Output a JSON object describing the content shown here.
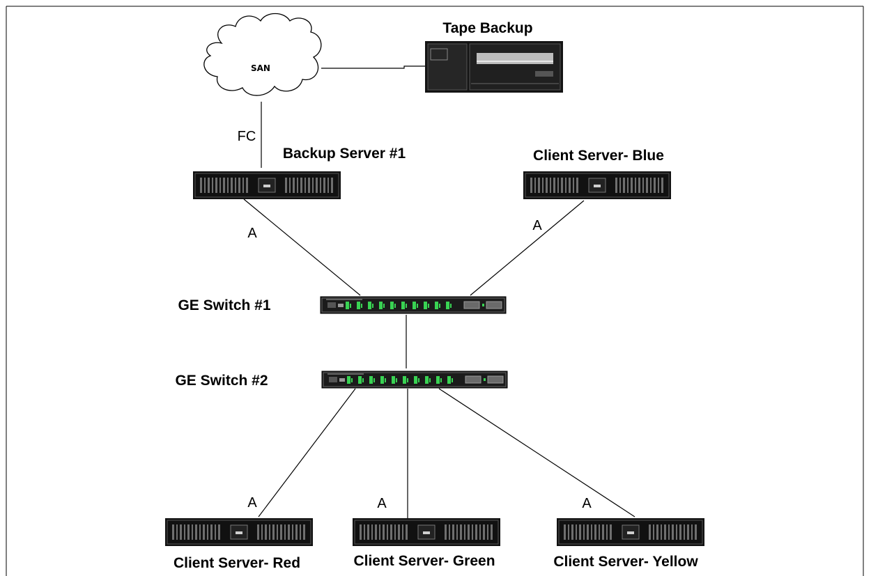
{
  "nodes": {
    "san": {
      "label": "SAN"
    },
    "tape": {
      "label": "Tape Backup"
    },
    "backup_server": {
      "label": "Backup Server #1"
    },
    "client_blue": {
      "label": "Client Server- Blue"
    },
    "switch1": {
      "label": "GE Switch #1"
    },
    "switch2": {
      "label": "GE Switch #2"
    },
    "client_red": {
      "label": "Client Server- Red"
    },
    "client_green": {
      "label": "Client Server- Green"
    },
    "client_yellow": {
      "label": "Client Server- Yellow"
    }
  },
  "links": {
    "san_to_backup": "FC",
    "backup_to_switch1": "A",
    "blue_to_switch1": "A",
    "switch2_to_red": "A",
    "switch2_to_green": "A",
    "switch2_to_yellow": "A"
  },
  "colors": {
    "device_body": "#1a1a1a",
    "port_green": "#39d353",
    "frame": "#000000"
  }
}
